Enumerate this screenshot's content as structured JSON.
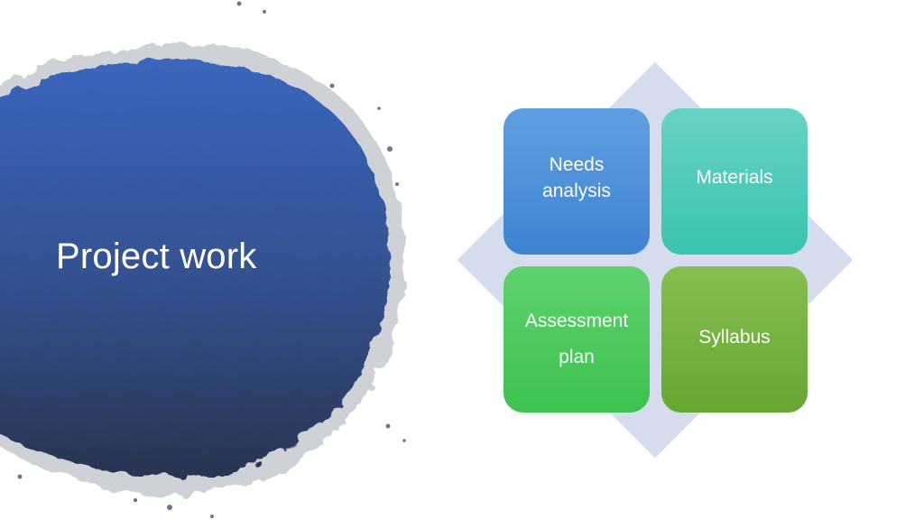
{
  "slide": {
    "title": "Project work"
  },
  "diagram": {
    "tiles": [
      {
        "lines": [
          "Needs",
          "analysis"
        ],
        "color": "#4a8fd8"
      },
      {
        "lines": [
          "Materials"
        ],
        "color": "#4cc9b8"
      },
      {
        "lines": [
          "Assessment",
          "plan"
        ],
        "color": "#48c95b"
      },
      {
        "lines": [
          "Syllabus"
        ],
        "color": "#74b23f"
      }
    ],
    "backdrop_color": "#d4dced"
  },
  "colors": {
    "splash_top": "#3a66bd",
    "splash_bottom": "#2b3551",
    "title_text": "#ffffff"
  }
}
